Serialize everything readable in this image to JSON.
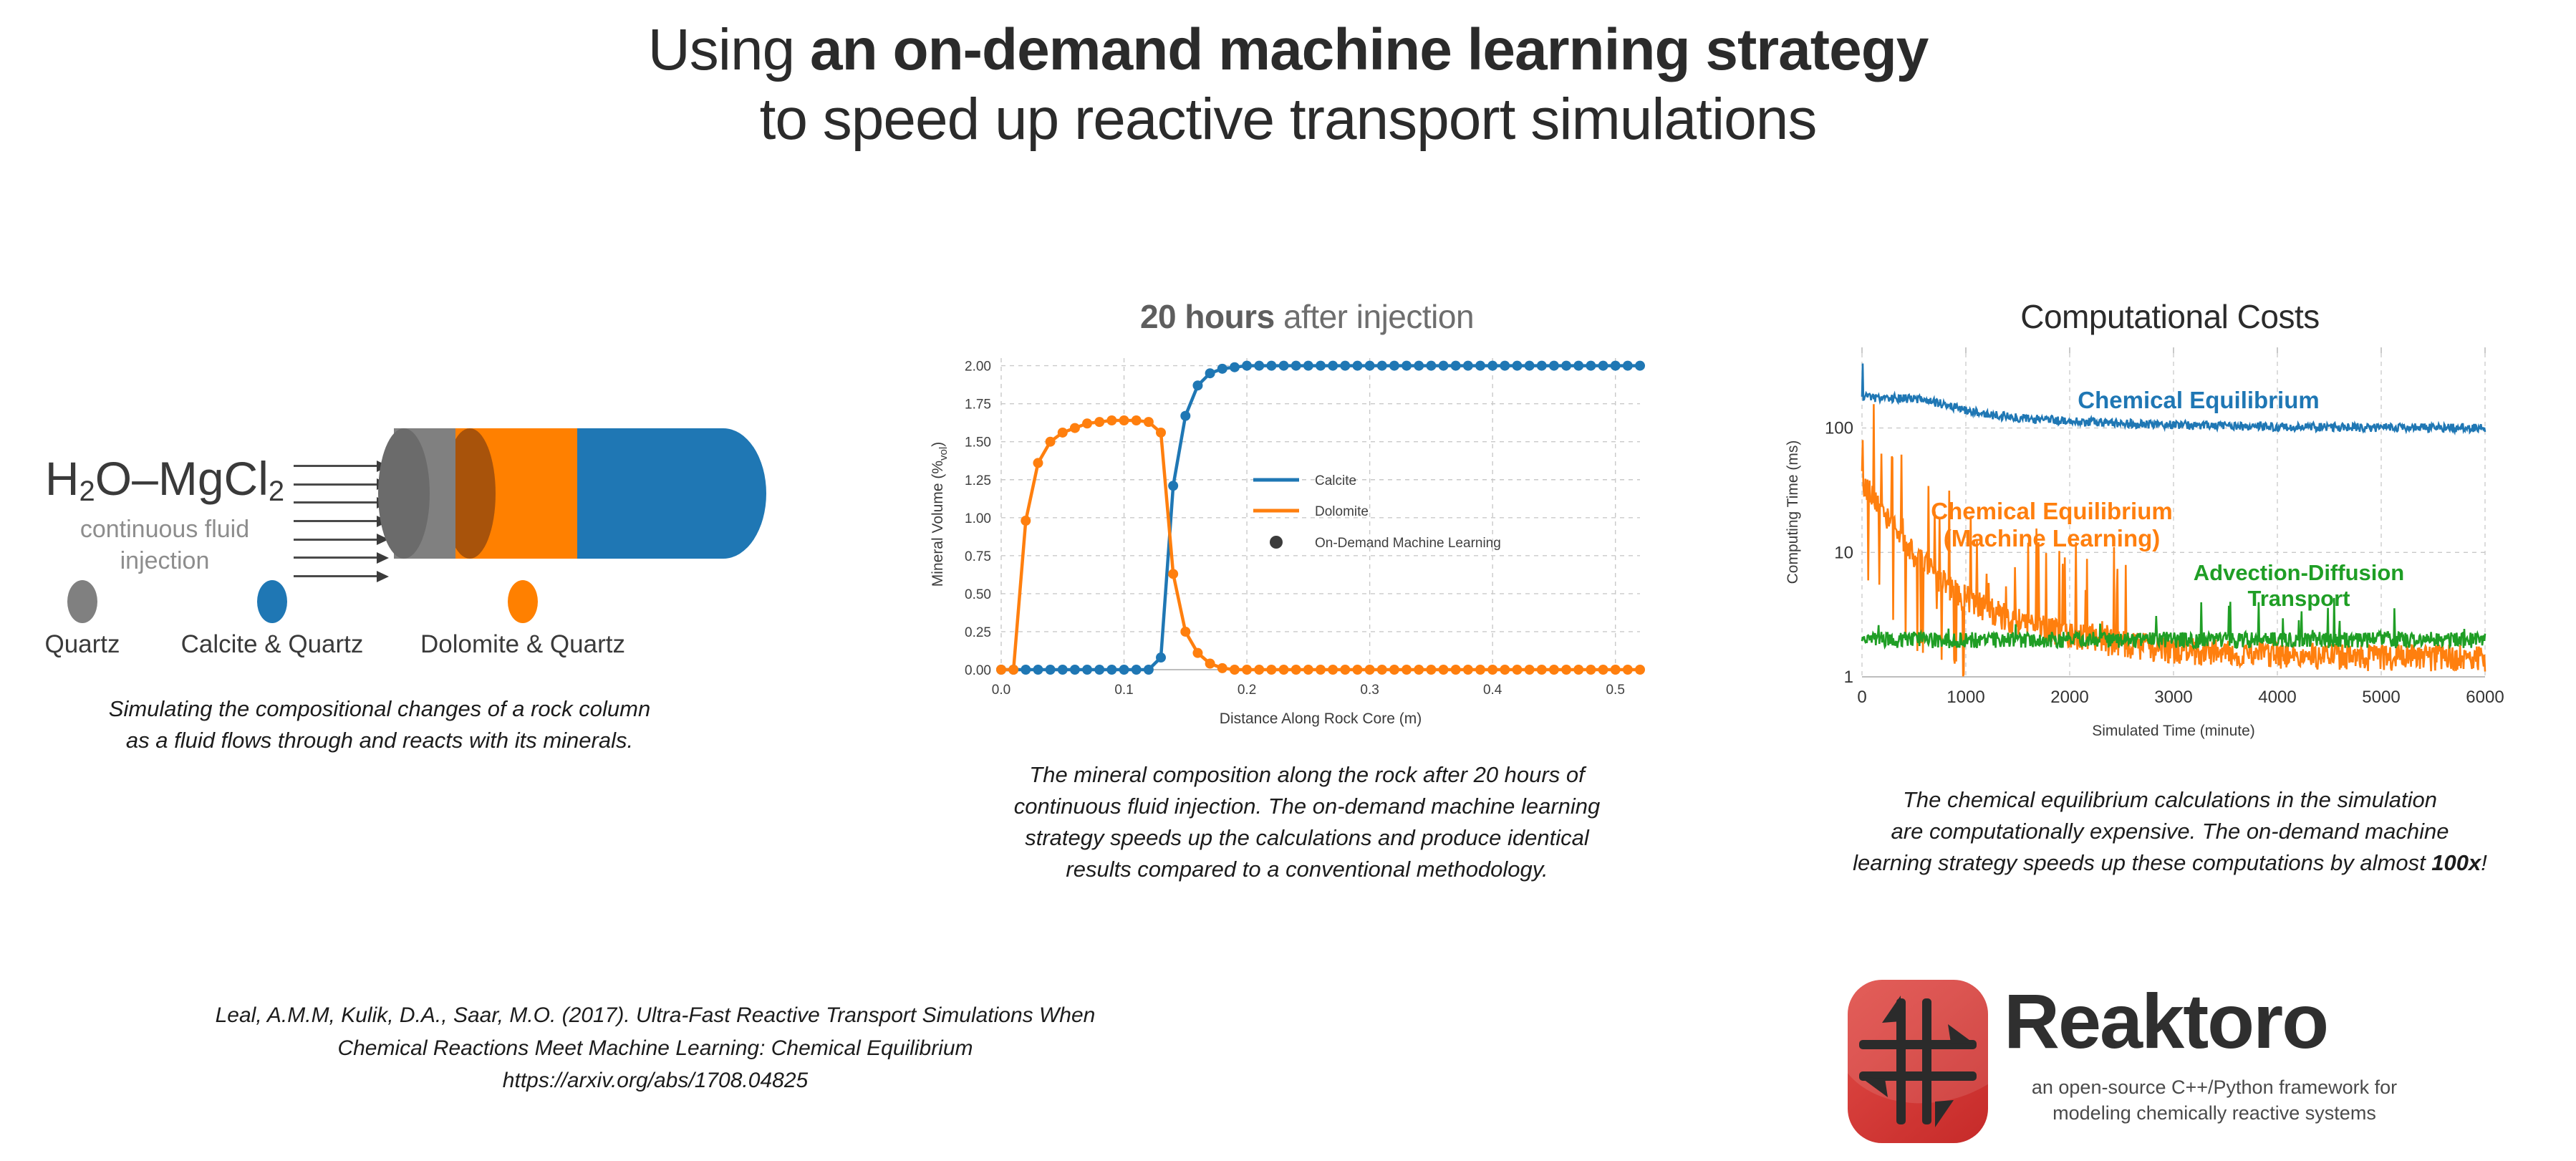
{
  "title": {
    "line1_plain": "Using ",
    "line1_bold": "an on-demand machine learning strategy",
    "line2": "to speed up reactive transport simulations"
  },
  "left_panel": {
    "formula": "H2O-MgCl2",
    "formula_parts": {
      "a": "H",
      "sub1": "2",
      "b": "O–MgCl",
      "sub2": "2"
    },
    "formula_subtitle": "continuous fluid\ninjection",
    "formula_subtitle_line1": "continuous fluid",
    "formula_subtitle_line2": "injection",
    "arrow_count": 7,
    "arrow_icon": "arrow-right-icon",
    "cylinder": {
      "segments": [
        {
          "name": "Quartz",
          "color": "#808080",
          "cap_color": "#6b6b6b"
        },
        {
          "name": "Dolomite & Quartz",
          "color": "#ff8000",
          "cap_color": "#a8530b"
        },
        {
          "name": "Calcite & Quartz",
          "color": "#1f77b4",
          "cap_color": "#1f77b4"
        }
      ]
    },
    "mineral_legend": [
      {
        "label": "Quartz",
        "color": "#808080"
      },
      {
        "label": "Calcite & Quartz",
        "color": "#1f77b4"
      },
      {
        "label": "Dolomite & Quartz",
        "color": "#ff8000"
      }
    ],
    "caption_line1": "Simulating the compositional changes of a rock column",
    "caption_line2": "as a fluid flows through and reacts with its minerals."
  },
  "mid_panel": {
    "title_bold": "20 hours",
    "title_plain": " after injection",
    "caption_line1": "The mineral composition along the rock after 20 hours of",
    "caption_line2": "continuous fluid injection. The on-demand machine learning",
    "caption_line3": "strategy speeds up the calculations and produce identical",
    "caption_line4": "results compared to a conventional methodology."
  },
  "right_panel": {
    "title": "Computational Costs",
    "caption_line1": "The chemical equilibrium calculations in the simulation",
    "caption_line2": "are computationally expensive. The on-demand machine",
    "caption_line3_a": "learning strategy speeds up these computations by almost ",
    "caption_line3_bold": "100x",
    "caption_line3_b": "!"
  },
  "citation": {
    "line1": "Leal, A.M.M, Kulik, D.A., Saar, M.O. (2017). Ultra-Fast Reactive Transport Simulations When",
    "line2": "Chemical Reactions Meet Machine Learning: Chemical Equilibrium",
    "line3": "https://arxiv.org/abs/1708.04825"
  },
  "logo": {
    "wordmark": "Reaktoro",
    "tagline_line1": "an open-source C++/Python framework for",
    "tagline_line2": "modeling chemically reactive systems",
    "mark_color": "#cf3339",
    "mark_icon": "reaktoro-hash-arrows-icon"
  },
  "chart_data": [
    {
      "id": "mineral-profile",
      "type": "line",
      "title": "20 hours after injection",
      "xlabel": "Distance Along Rock Core (m)",
      "ylabel": "Mineral Volume (%vol)",
      "ylabel_main": "Mineral Volume (%",
      "ylabel_sub": "vol",
      "ylabel_tail": ")",
      "xlim": [
        0.0,
        0.52
      ],
      "ylim": [
        0.0,
        2.05
      ],
      "xticks": [
        0.0,
        0.1,
        0.2,
        0.3,
        0.4,
        0.5
      ],
      "xticklabels": [
        "0.0",
        "0.1",
        "0.2",
        "0.3",
        "0.4",
        "0.5"
      ],
      "yticks": [
        0.0,
        0.25,
        0.5,
        0.75,
        1.0,
        1.25,
        1.5,
        1.75,
        2.0
      ],
      "yticklabels": [
        "0.00",
        "0.25",
        "0.50",
        "0.75",
        "1.00",
        "1.25",
        "1.50",
        "1.75",
        "2.00"
      ],
      "grid": true,
      "legend_position": "center-right",
      "legend": [
        {
          "label": "Calcite",
          "color": "#1f77b4",
          "marker": "line"
        },
        {
          "label": "Dolomite",
          "color": "#ff7f0e",
          "marker": "line"
        },
        {
          "label": "On-Demand Machine Learning",
          "color": "#3c3c3c",
          "marker": "dot"
        }
      ],
      "x": [
        0.0,
        0.01,
        0.02,
        0.03,
        0.04,
        0.05,
        0.06,
        0.07,
        0.08,
        0.09,
        0.1,
        0.11,
        0.12,
        0.13,
        0.14,
        0.15,
        0.16,
        0.17,
        0.18,
        0.19,
        0.2,
        0.21,
        0.22,
        0.23,
        0.24,
        0.25,
        0.26,
        0.27,
        0.28,
        0.29,
        0.3,
        0.31,
        0.32,
        0.33,
        0.34,
        0.35,
        0.36,
        0.37,
        0.38,
        0.39,
        0.4,
        0.41,
        0.42,
        0.43,
        0.44,
        0.45,
        0.46,
        0.47,
        0.48,
        0.49,
        0.5,
        0.51,
        0.52
      ],
      "series": [
        {
          "name": "Calcite",
          "color": "#1f77b4",
          "values": [
            0.0,
            0.0,
            0.0,
            0.0,
            0.0,
            0.0,
            0.0,
            0.0,
            0.0,
            0.0,
            0.0,
            0.0,
            0.0,
            0.08,
            1.21,
            1.67,
            1.87,
            1.95,
            1.98,
            1.99,
            2.0,
            2.0,
            2.0,
            2.0,
            2.0,
            2.0,
            2.0,
            2.0,
            2.0,
            2.0,
            2.0,
            2.0,
            2.0,
            2.0,
            2.0,
            2.0,
            2.0,
            2.0,
            2.0,
            2.0,
            2.0,
            2.0,
            2.0,
            2.0,
            2.0,
            2.0,
            2.0,
            2.0,
            2.0,
            2.0,
            2.0,
            2.0,
            2.0
          ]
        },
        {
          "name": "Dolomite",
          "color": "#ff7f0e",
          "values": [
            0.0,
            0.0,
            0.98,
            1.36,
            1.5,
            1.56,
            1.59,
            1.62,
            1.63,
            1.64,
            1.64,
            1.64,
            1.63,
            1.56,
            0.63,
            0.25,
            0.11,
            0.04,
            0.01,
            0.0,
            0.0,
            0.0,
            0.0,
            0.0,
            0.0,
            0.0,
            0.0,
            0.0,
            0.0,
            0.0,
            0.0,
            0.0,
            0.0,
            0.0,
            0.0,
            0.0,
            0.0,
            0.0,
            0.0,
            0.0,
            0.0,
            0.0,
            0.0,
            0.0,
            0.0,
            0.0,
            0.0,
            0.0,
            0.0,
            0.0,
            0.0,
            0.0,
            0.0
          ]
        }
      ]
    },
    {
      "id": "computational-costs",
      "type": "line",
      "title": "Computational Costs",
      "xlabel": "Simulated Time (minute)",
      "ylabel": "Computing Time (ms)",
      "yscale": "log",
      "xlim": [
        0,
        6000
      ],
      "ylim": [
        1,
        400
      ],
      "xticks": [
        0,
        1000,
        2000,
        3000,
        4000,
        5000,
        6000
      ],
      "xticklabels": [
        "0",
        "1000",
        "2000",
        "3000",
        "4000",
        "5000",
        "6000"
      ],
      "yticks": [
        1,
        10,
        100
      ],
      "yticklabels": [
        "1",
        "10",
        "100"
      ],
      "grid": true,
      "annotations": [
        {
          "text": "Chemical Equilibrium",
          "color": "#1f77b4",
          "x": 3100,
          "y": 200
        },
        {
          "text": "Chemical Equilibrium",
          "color": "#ff7f0e",
          "x": 1500,
          "y": 26
        },
        {
          "text": "(Machine Learning)",
          "color": "#ff7f0e",
          "x": 1500,
          "y": 19
        },
        {
          "text": "Advection-Diffusion",
          "color": "#1f9e25",
          "x": 4300,
          "y": 7.5
        },
        {
          "text": "Transport",
          "color": "#1f9e25",
          "x": 4300,
          "y": 5.5
        }
      ],
      "series": [
        {
          "name": "Chemical Equilibrium",
          "color": "#1f77b4",
          "approx_range": [
            90,
            300
          ],
          "trend": "starts ~300 spike, plateaus near 100"
        },
        {
          "name": "Chemical Equilibrium (Machine Learning)",
          "color": "#ff7f0e",
          "approx_range": [
            1.2,
            80
          ],
          "trend": "starts ~80 with large spikes, decays toward ~1.5"
        },
        {
          "name": "Advection-Diffusion Transport",
          "color": "#1f9e25",
          "approx_range": [
            1.6,
            3.0
          ],
          "trend": "flat near 2"
        }
      ]
    }
  ]
}
